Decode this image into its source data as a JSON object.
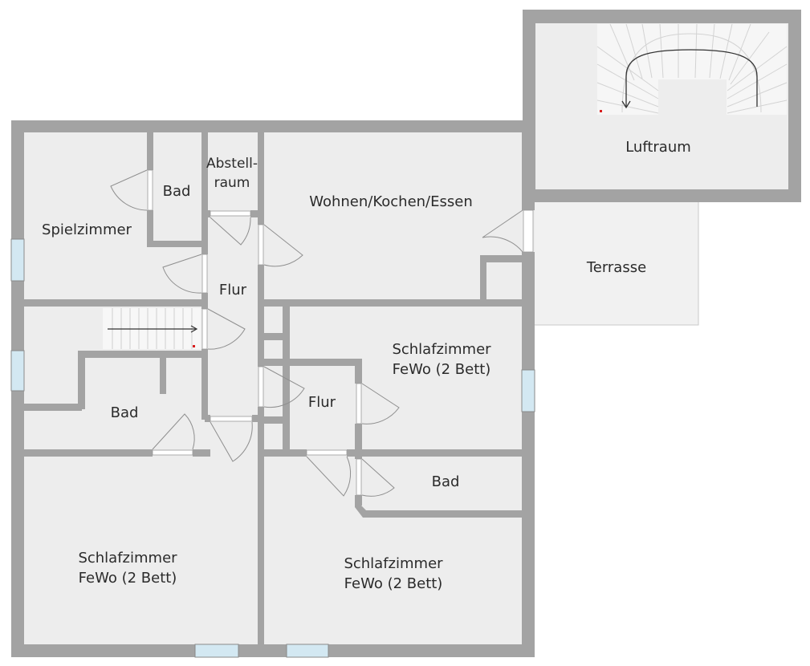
{
  "plan": {
    "rooms": [
      {
        "name": "luftraum",
        "lines": [
          "Luftraum"
        ]
      },
      {
        "name": "spielzimmer",
        "lines": [
          "Spielzimmer"
        ]
      },
      {
        "name": "bad-top",
        "lines": [
          "Bad"
        ]
      },
      {
        "name": "abstellraum",
        "lines": [
          "Abstell-",
          "raum"
        ]
      },
      {
        "name": "wohnen",
        "lines": [
          "Wohnen/Kochen/Essen"
        ]
      },
      {
        "name": "terrasse",
        "lines": [
          "Terrasse"
        ]
      },
      {
        "name": "flur-top",
        "lines": [
          "Flur"
        ]
      },
      {
        "name": "schlafzimmer-mid",
        "lines": [
          "Schlafzimmer",
          "FeWo (2 Bett)"
        ]
      },
      {
        "name": "flur-mid",
        "lines": [
          "Flur"
        ]
      },
      {
        "name": "bad-left",
        "lines": [
          "Bad"
        ]
      },
      {
        "name": "bad-right",
        "lines": [
          "Bad"
        ]
      },
      {
        "name": "schlafzimmer-bl",
        "lines": [
          "Schlafzimmer",
          "FeWo (2 Bett)"
        ]
      },
      {
        "name": "schlafzimmer-br",
        "lines": [
          "Schlafzimmer",
          "FeWo (2 Bett)"
        ]
      }
    ],
    "colors": {
      "wall": "#a3a3a3",
      "floor": "#ededed",
      "window": "#d3e8f2",
      "outline": "#8a8a8a",
      "marker": "#d81e1e"
    }
  }
}
